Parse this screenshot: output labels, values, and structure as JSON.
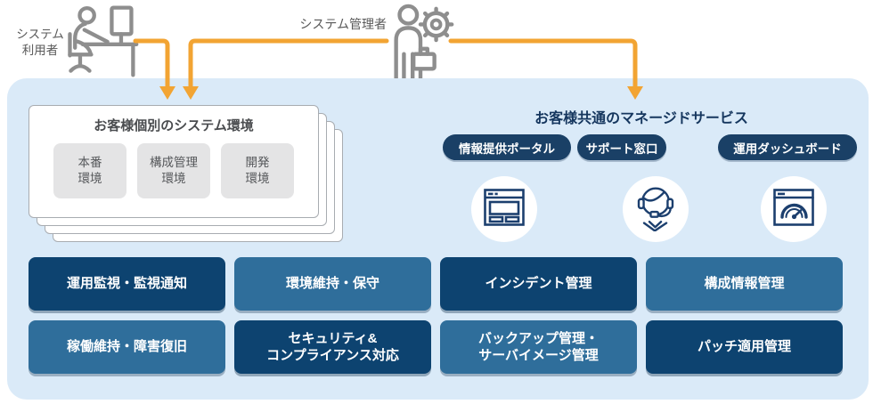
{
  "actors": {
    "user": {
      "label": "システム\n利用者",
      "icon": "user-at-desk-icon"
    },
    "admin": {
      "label": "システム管理者",
      "icon": "admin-with-gear-icon"
    }
  },
  "customer_env": {
    "title": "お客様個別のシステム環境",
    "boxes": [
      {
        "label": "本番\n環境"
      },
      {
        "label": "構成管理\n環境"
      },
      {
        "label": "開発\n環境"
      }
    ]
  },
  "managed_services": {
    "title": "お客様共通のマネージドサービス",
    "channels": [
      {
        "label": "情報提供ポータル",
        "icon": "portal-window-icon"
      },
      {
        "label": "サポート窓口",
        "icon": "support-agent-icon"
      },
      {
        "label": "運用ダッシュボード",
        "icon": "dashboard-gauge-icon"
      }
    ]
  },
  "service_buttons": {
    "row1": [
      "運用監視・監視通知",
      "環境維持・保守",
      "インシデント管理",
      "構成情報管理"
    ],
    "row2": [
      "稼働維持・障害復旧",
      "セキュリティ&\nコンプライアンス対応",
      "バックアップ管理・\nサーバイメージ管理",
      "パッチ適用管理"
    ]
  },
  "colors": {
    "container_bg": "#daeaf8",
    "arrow_orange": "#f2a433",
    "button_dark_navy": "#0d4370",
    "button_light_blue": "#2f6e9b",
    "pill_navy": "#1a4066",
    "heading_navy": "#15365e",
    "icon_navy": "#1c3f6e",
    "actor_gray": "#8e8e8e"
  }
}
